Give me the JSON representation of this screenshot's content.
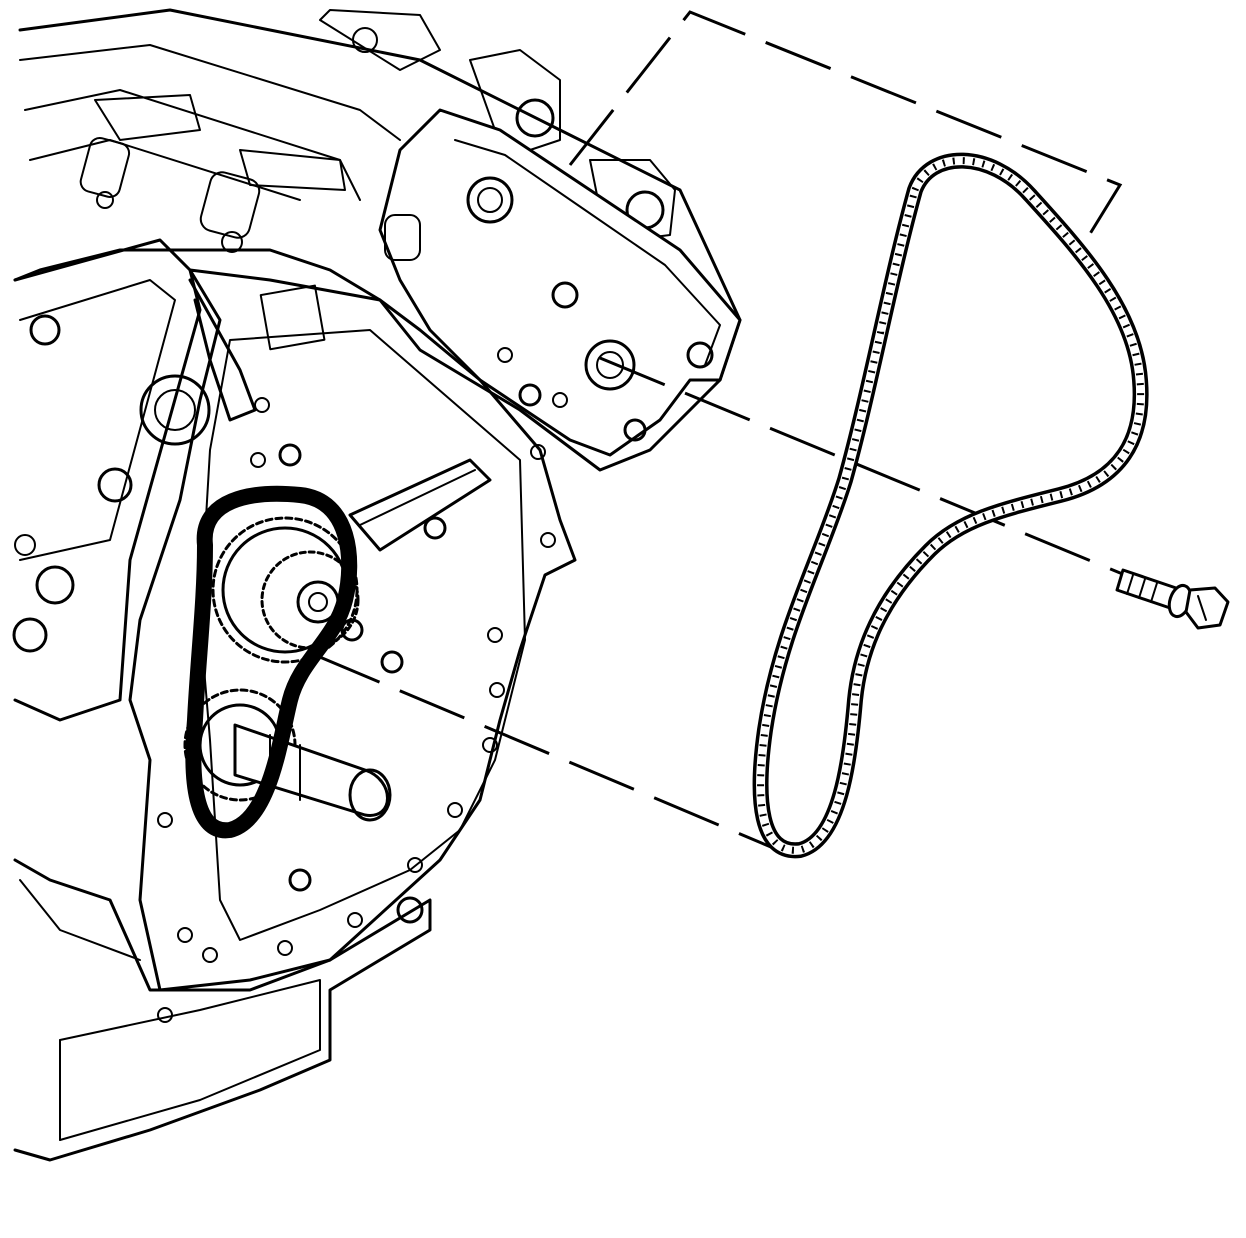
{
  "diagram": {
    "kind": "exploded-view",
    "colors": {
      "line": "#000000",
      "background": "#ffffff"
    },
    "parts": [
      {
        "id": "engine-block",
        "icon": "engine-front-icon"
      },
      {
        "id": "timing-chain",
        "icon": "chain-icon"
      },
      {
        "id": "sprocket-bolt",
        "icon": "bolt-icon"
      }
    ]
  }
}
